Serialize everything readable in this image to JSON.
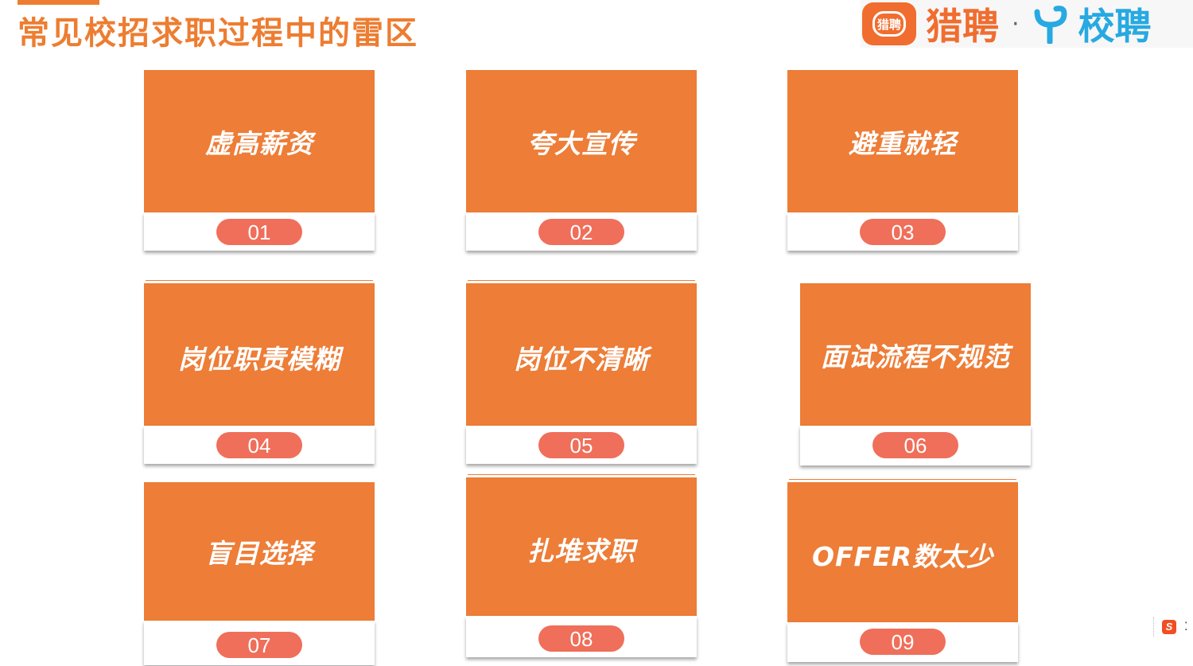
{
  "slide": {
    "title": "常见校招求职过程中的雷区"
  },
  "brand": {
    "logo_text": "猎聘",
    "name": "猎聘",
    "separator": "·",
    "sub_name": "校聘",
    "colors": {
      "liepin": "#f06d2f",
      "xiaopin": "#27a9e1"
    }
  },
  "cards": [
    {
      "label": "虚高薪资",
      "number": "01"
    },
    {
      "label": "夸大宣传",
      "number": "02"
    },
    {
      "label": "避重就轻",
      "number": "03"
    },
    {
      "label": "岗位职责模糊",
      "number": "04"
    },
    {
      "label": "岗位不清晰",
      "number": "05"
    },
    {
      "label": "面试流程不规范",
      "number": "06"
    },
    {
      "label": "盲目选择",
      "number": "07"
    },
    {
      "label": "扎堆求职",
      "number": "08"
    },
    {
      "label": "OFFER数太少",
      "number": "09"
    }
  ],
  "colors": {
    "accent": "#ed7d31",
    "card": "#ed7d37",
    "badge": "#ef6f5a"
  },
  "side_widget": {
    "icon": "sogou-s-icon",
    "icon_text": "S",
    "dots": "⁚"
  }
}
